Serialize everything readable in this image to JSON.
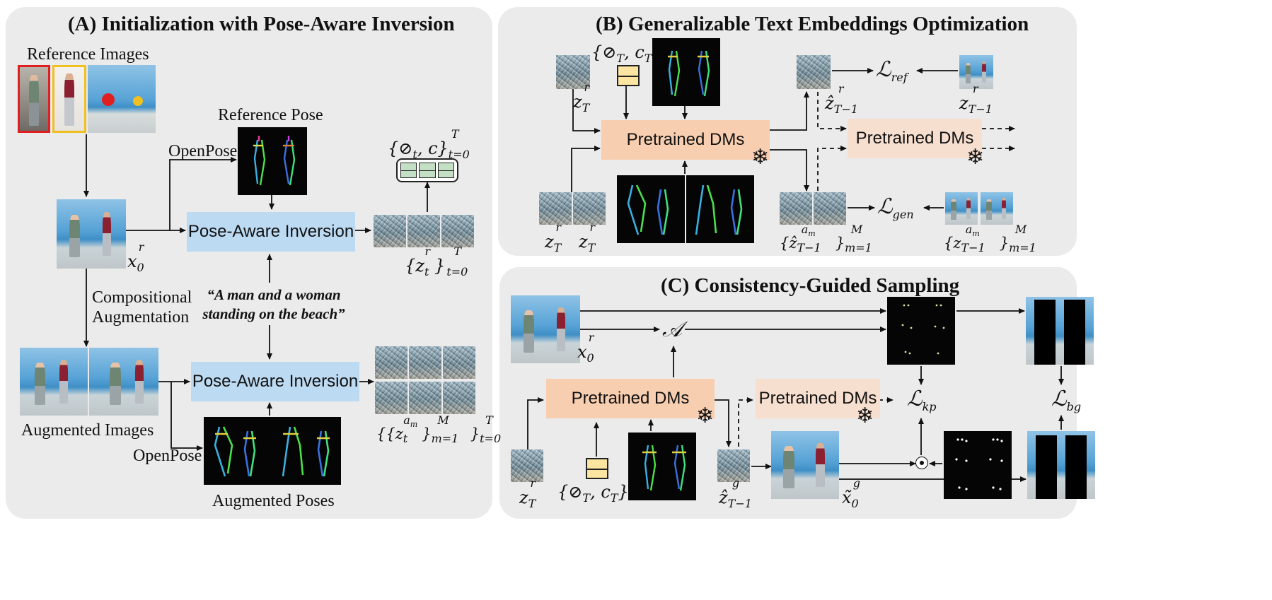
{
  "panels": {
    "a_title": "(A) Initialization with Pose-Aware Inversion",
    "b_title": "(B) Generalizable Text Embeddings Optimization",
    "c_title": "(C) Consistency-Guided Sampling"
  },
  "labels": {
    "reference_images": "Reference Images",
    "reference_pose": "Reference Pose",
    "openpose": "OpenPose",
    "compositional": "Compositional",
    "augmentation": "Augmentation",
    "augmented_images": "Augmented Images",
    "augmented_poses": "Augmented Poses",
    "prompt_line1": "“A man and a woman",
    "prompt_line2": "standing on the beach”"
  },
  "modules": {
    "pose_aware_inversion": "Pose-Aware Inversion",
    "pretrained_dms": "Pretrained DMs"
  },
  "math": {
    "x0r": "x",
    "zT": "z",
    "A": "𝒜"
  },
  "colors": {
    "panel_bg": "#ebebeb",
    "inversion_blue": "#bcdaf2",
    "dm_orange": "#f8ceb0",
    "dm_orange_light": "#f7dfcf",
    "ref_red": "#e02020",
    "ref_yellow": "#f0c020"
  },
  "icons": {
    "frozen": "snowflake-icon",
    "multiply": "hadamard-icon"
  }
}
